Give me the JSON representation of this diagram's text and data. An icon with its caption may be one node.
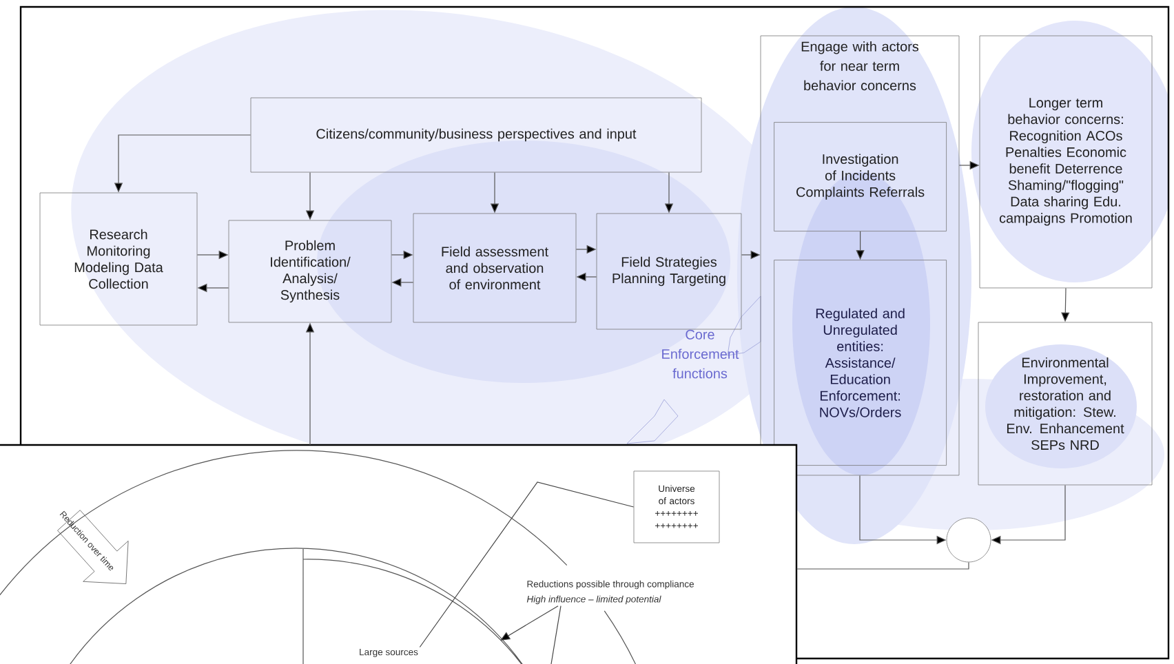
{
  "diagram": {
    "nodes": [
      {
        "text": [
          "Citizens/community/business perspectives and input"
        ]
      },
      {
        "text": [
          "Research Monitoring Modeling Data Collection"
        ]
      },
      {
        "text": [
          "Problem Identification/ Analysis/ Synthesis"
        ]
      },
      {
        "text": [
          "Field assessment and observation of environment"
        ]
      },
      {
        "text": [
          "Field Strategies Planning Targeting"
        ]
      },
      {
        "text": [
          "Engage with actors for near term behavior concerns"
        ]
      },
      {
        "text": [
          "Investigation of Incidents Complaints Referrals"
        ],
        "in": 5
      },
      {
        "text": [
          "Regulated and Unregulated entities: Assistance/ Education Enforcement: NOVs/Orders"
        ],
        "in": 5
      },
      {
        "text": [
          "Longer term behavior concerns: Recognition ACOs Penalties Economic benefit Deterrence Shaming/\"flogging\" Data sharing Edu. campaigns Promotion"
        ]
      },
      {
        "text": [
          "Environmental Improvement, restoration and mitigation: Stew. Env. Enhancement SEPs NRD"
        ]
      },
      {
        "text": [],
        "shape": "circle"
      },
      {
        "text": [
          "Universe of actors",
          "++++++++ ++++++++"
        ]
      },
      {
        "text": [
          "Reductions possible through compliance",
          "High influence – limited potential"
        ]
      },
      {
        "text": [
          "Reduction over time"
        ]
      },
      {
        "text": [
          "Large sources"
        ]
      }
    ],
    "edges": [
      {
        "from": 0,
        "to": 1,
        "arrow": "to"
      },
      {
        "from": 0,
        "to": 2,
        "arrow": "to"
      },
      {
        "from": 0,
        "to": 3,
        "arrow": "to"
      },
      {
        "from": 0,
        "to": 4,
        "arrow": "to"
      },
      {
        "from": 1,
        "to": 2,
        "arrow": "to"
      },
      {
        "from": 2,
        "to": 1,
        "arrow": "to"
      },
      {
        "from": 2,
        "to": 3,
        "arrow": "to"
      },
      {
        "from": 3,
        "to": 2,
        "arrow": "to"
      },
      {
        "from": 3,
        "to": 4,
        "arrow": "to"
      },
      {
        "from": 4,
        "to": 3,
        "arrow": "to"
      },
      {
        "from": 4,
        "to": 5,
        "arrow": "to"
      },
      {
        "from": 6,
        "to": 7,
        "arrow": "to"
      },
      {
        "from": 5,
        "to": 8,
        "arrow": "to"
      },
      {
        "from": 8,
        "to": 9,
        "arrow": "to"
      },
      {
        "from": 5,
        "to": 10,
        "arrow": "to"
      },
      {
        "from": 9,
        "to": 10,
        "arrow": "to"
      },
      {
        "from": 10,
        "to": null,
        "arrow": "none"
      },
      {
        "from": null,
        "to": 2,
        "arrow": "to"
      },
      {
        "from": 11,
        "to": 14,
        "arrow": "none"
      },
      {
        "from": 12,
        "to": null,
        "arrow": "to"
      },
      {
        "from": 12,
        "to": null,
        "arrow": "none"
      }
    ],
    "labels": [
      "Core Enforcement functions"
    ]
  }
}
